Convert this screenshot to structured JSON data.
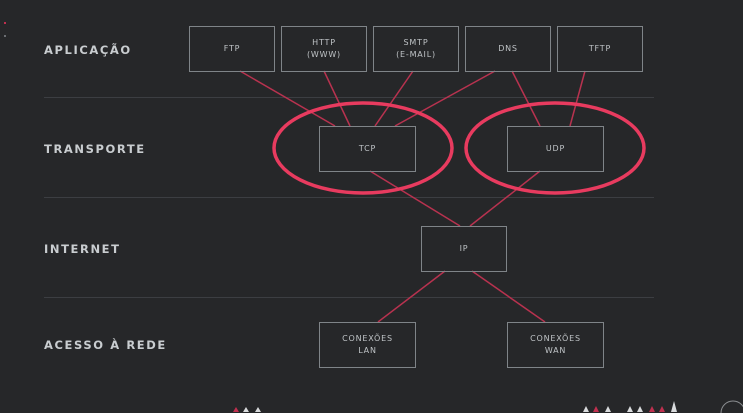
{
  "layers": {
    "application": "APLICAÇÃO",
    "transport": "TRANSPORTE",
    "internet": "INTERNET",
    "access": "ACESSO À REDE"
  },
  "nodes": {
    "ftp": "FTP",
    "http": "HTTP\n(WWW)",
    "smtp": "SMTP\n(E-MAIL)",
    "dns": "DNS",
    "tftp": "TFTP",
    "tcp": "TCP",
    "udp": "UDP",
    "ip": "IP",
    "lan": "CONEXÕES\nLAN",
    "wan": "CONEXÕES\nWAN"
  },
  "colors": {
    "background": "#262729",
    "connector": "#b8324f",
    "highlight": "#e83b5f",
    "box_border": "#7f8488",
    "text": "#c9cdd0"
  }
}
